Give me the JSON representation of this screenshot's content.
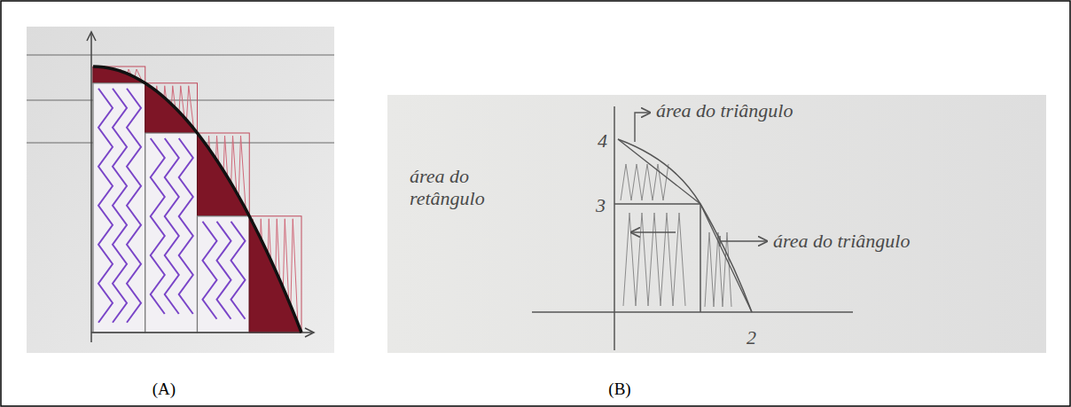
{
  "diagram": {
    "labels": [
      "área do triângulo",
      "4",
      "3",
      "área do retângulo",
      "área do triângulo",
      "2",
      "(A)",
      "(B)"
    ]
  }
}
